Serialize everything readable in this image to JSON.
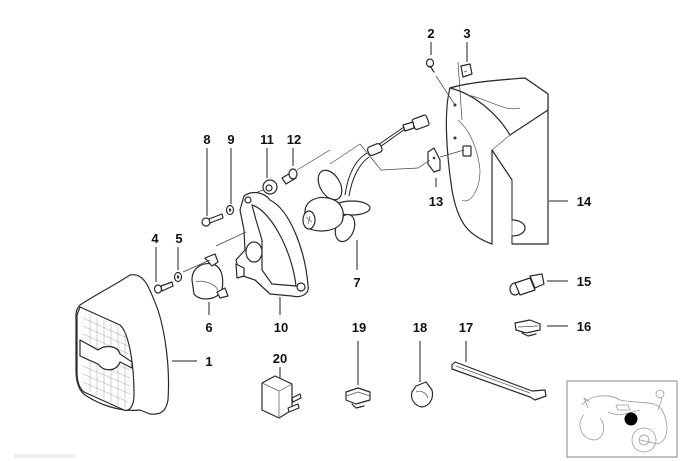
{
  "diagram": {
    "title": "Radiator fan / fan cowl parts diagram",
    "callouts": {
      "c1": "1",
      "c2": "2",
      "c3": "3",
      "c4": "4",
      "c5": "5",
      "c6": "6",
      "c7": "7",
      "c8": "8",
      "c9": "9",
      "c10": "10",
      "c11": "11",
      "c12": "12",
      "c13": "13",
      "c14": "14",
      "c15": "15",
      "c16": "16",
      "c17": "17",
      "c18": "18",
      "c19": "19",
      "c20": "20"
    },
    "parts": [
      {
        "callout": "1",
        "icon": "fan-grille-cover-icon"
      },
      {
        "callout": "2",
        "icon": "screw-icon"
      },
      {
        "callout": "3",
        "icon": "clip-nut-icon"
      },
      {
        "callout": "4",
        "icon": "bolt-icon"
      },
      {
        "callout": "5",
        "icon": "washer-icon"
      },
      {
        "callout": "6",
        "icon": "fan-motor-icon"
      },
      {
        "callout": "7",
        "icon": "fan-impeller-icon"
      },
      {
        "callout": "8",
        "icon": "bolt-icon"
      },
      {
        "callout": "9",
        "icon": "washer-icon"
      },
      {
        "callout": "10",
        "icon": "fan-bracket-icon"
      },
      {
        "callout": "11",
        "icon": "rubber-mount-icon"
      },
      {
        "callout": "12",
        "icon": "bushing-icon"
      },
      {
        "callout": "13",
        "icon": "cable-clip-icon"
      },
      {
        "callout": "14",
        "icon": "fan-cowl-icon"
      },
      {
        "callout": "15",
        "icon": "thermo-switch-icon"
      },
      {
        "callout": "16",
        "icon": "cable-holder-icon"
      },
      {
        "callout": "17",
        "icon": "cable-tie-icon"
      },
      {
        "callout": "18",
        "icon": "hose-clip-icon"
      },
      {
        "callout": "19",
        "icon": "clip-icon"
      },
      {
        "callout": "20",
        "icon": "relay-icon"
      }
    ],
    "locator": {
      "icon": "motorcycle-locator-icon",
      "marker_color": "#000000"
    },
    "colors": {
      "line": "#2a2a2a",
      "text": "#111111",
      "background": "#ffffff"
    }
  }
}
